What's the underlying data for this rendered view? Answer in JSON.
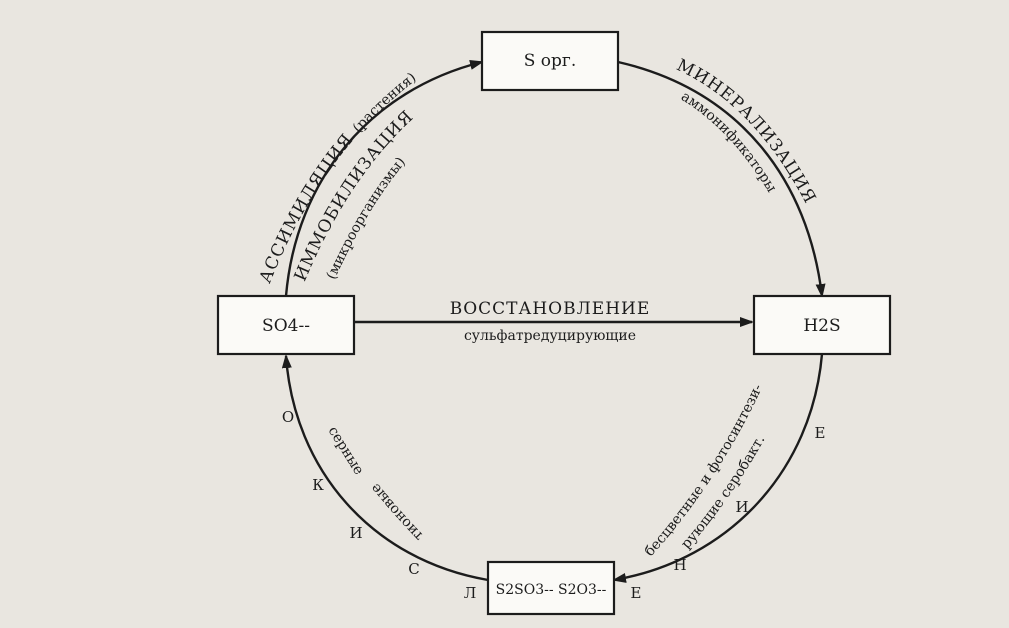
{
  "nodes": {
    "s_org": "S орг.",
    "sulfate": "SO4--",
    "h2s": "H2S",
    "thio": "S2SO3-- S2O3--"
  },
  "labels": {
    "assimilation": "АССИМИЛЯЦИЯ",
    "assimilation_sub": "(растения)",
    "immobilization": "ИММОБИЛИЗАЦИЯ",
    "immobilization_sub": "(микроорганизмы)",
    "mineralization": "МИНЕРАЛИЗАЦИЯ",
    "mineralization_sub": "аммонификаторы",
    "reduction": "ВОССТАНОВЛЕНИЕ",
    "reduction_sub": "сульфатредуцирующие",
    "photo_1": "бесцветные и фотосинтези-",
    "photo_2": "рующие серобакт.",
    "sulfur_thionic_1": "серные",
    "sulfur_thionic_2": "тионовые",
    "oxidation": "ОКИСЛЕНИЕ"
  }
}
